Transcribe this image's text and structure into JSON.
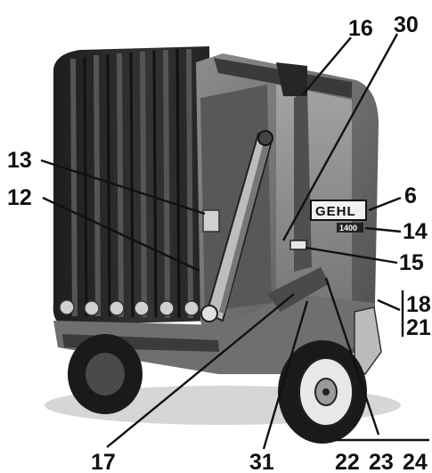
{
  "figure": {
    "brand_decal": "GEHL",
    "model_decal": "1400",
    "callouts": {
      "c16": "16",
      "c30": "30",
      "c13": "13",
      "c12": "12",
      "c6": "6",
      "c14": "14",
      "c15": "15",
      "c18": "18",
      "c21": "21",
      "c17": "17",
      "c31": "31",
      "c22": "22",
      "c23": "23",
      "c24": "24"
    }
  },
  "colors": {
    "ink": "#111111",
    "body_dark": "#2b2b2b",
    "body_mid": "#6a6a6a",
    "panel_light": "#9a9a9a",
    "highlight": "#d8d8d8"
  }
}
